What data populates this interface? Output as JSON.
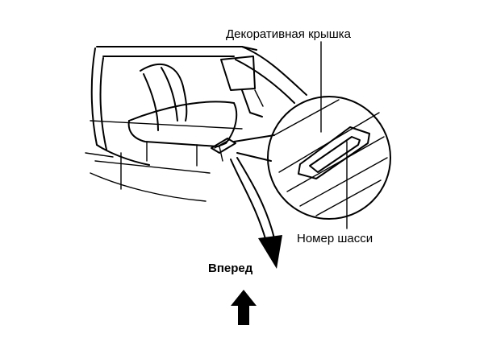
{
  "labels": {
    "decorative_cover": "Декоративная крышка",
    "chassis_number": "Номер шасси",
    "forward": "Вперед"
  },
  "colors": {
    "line": "#000000",
    "background": "#ffffff"
  }
}
